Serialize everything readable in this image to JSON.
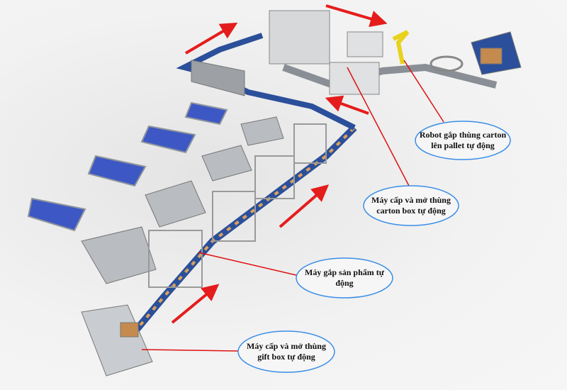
{
  "labels": {
    "robot": "Robot gắp thùng carton lên pallet tự động",
    "carton": "Máy cấp và mở thùng carton box tự động",
    "product": "Máy gắp sản phẩm tự động",
    "giftbox": "Máy cấp và mở thùng gift box tự động"
  },
  "colors": {
    "callout_border": "#3a8ee6",
    "leader": "#e01010",
    "arrow": "#e51c1c",
    "conveyor": "#2b4f9a",
    "machine": "#b9bcc0"
  }
}
